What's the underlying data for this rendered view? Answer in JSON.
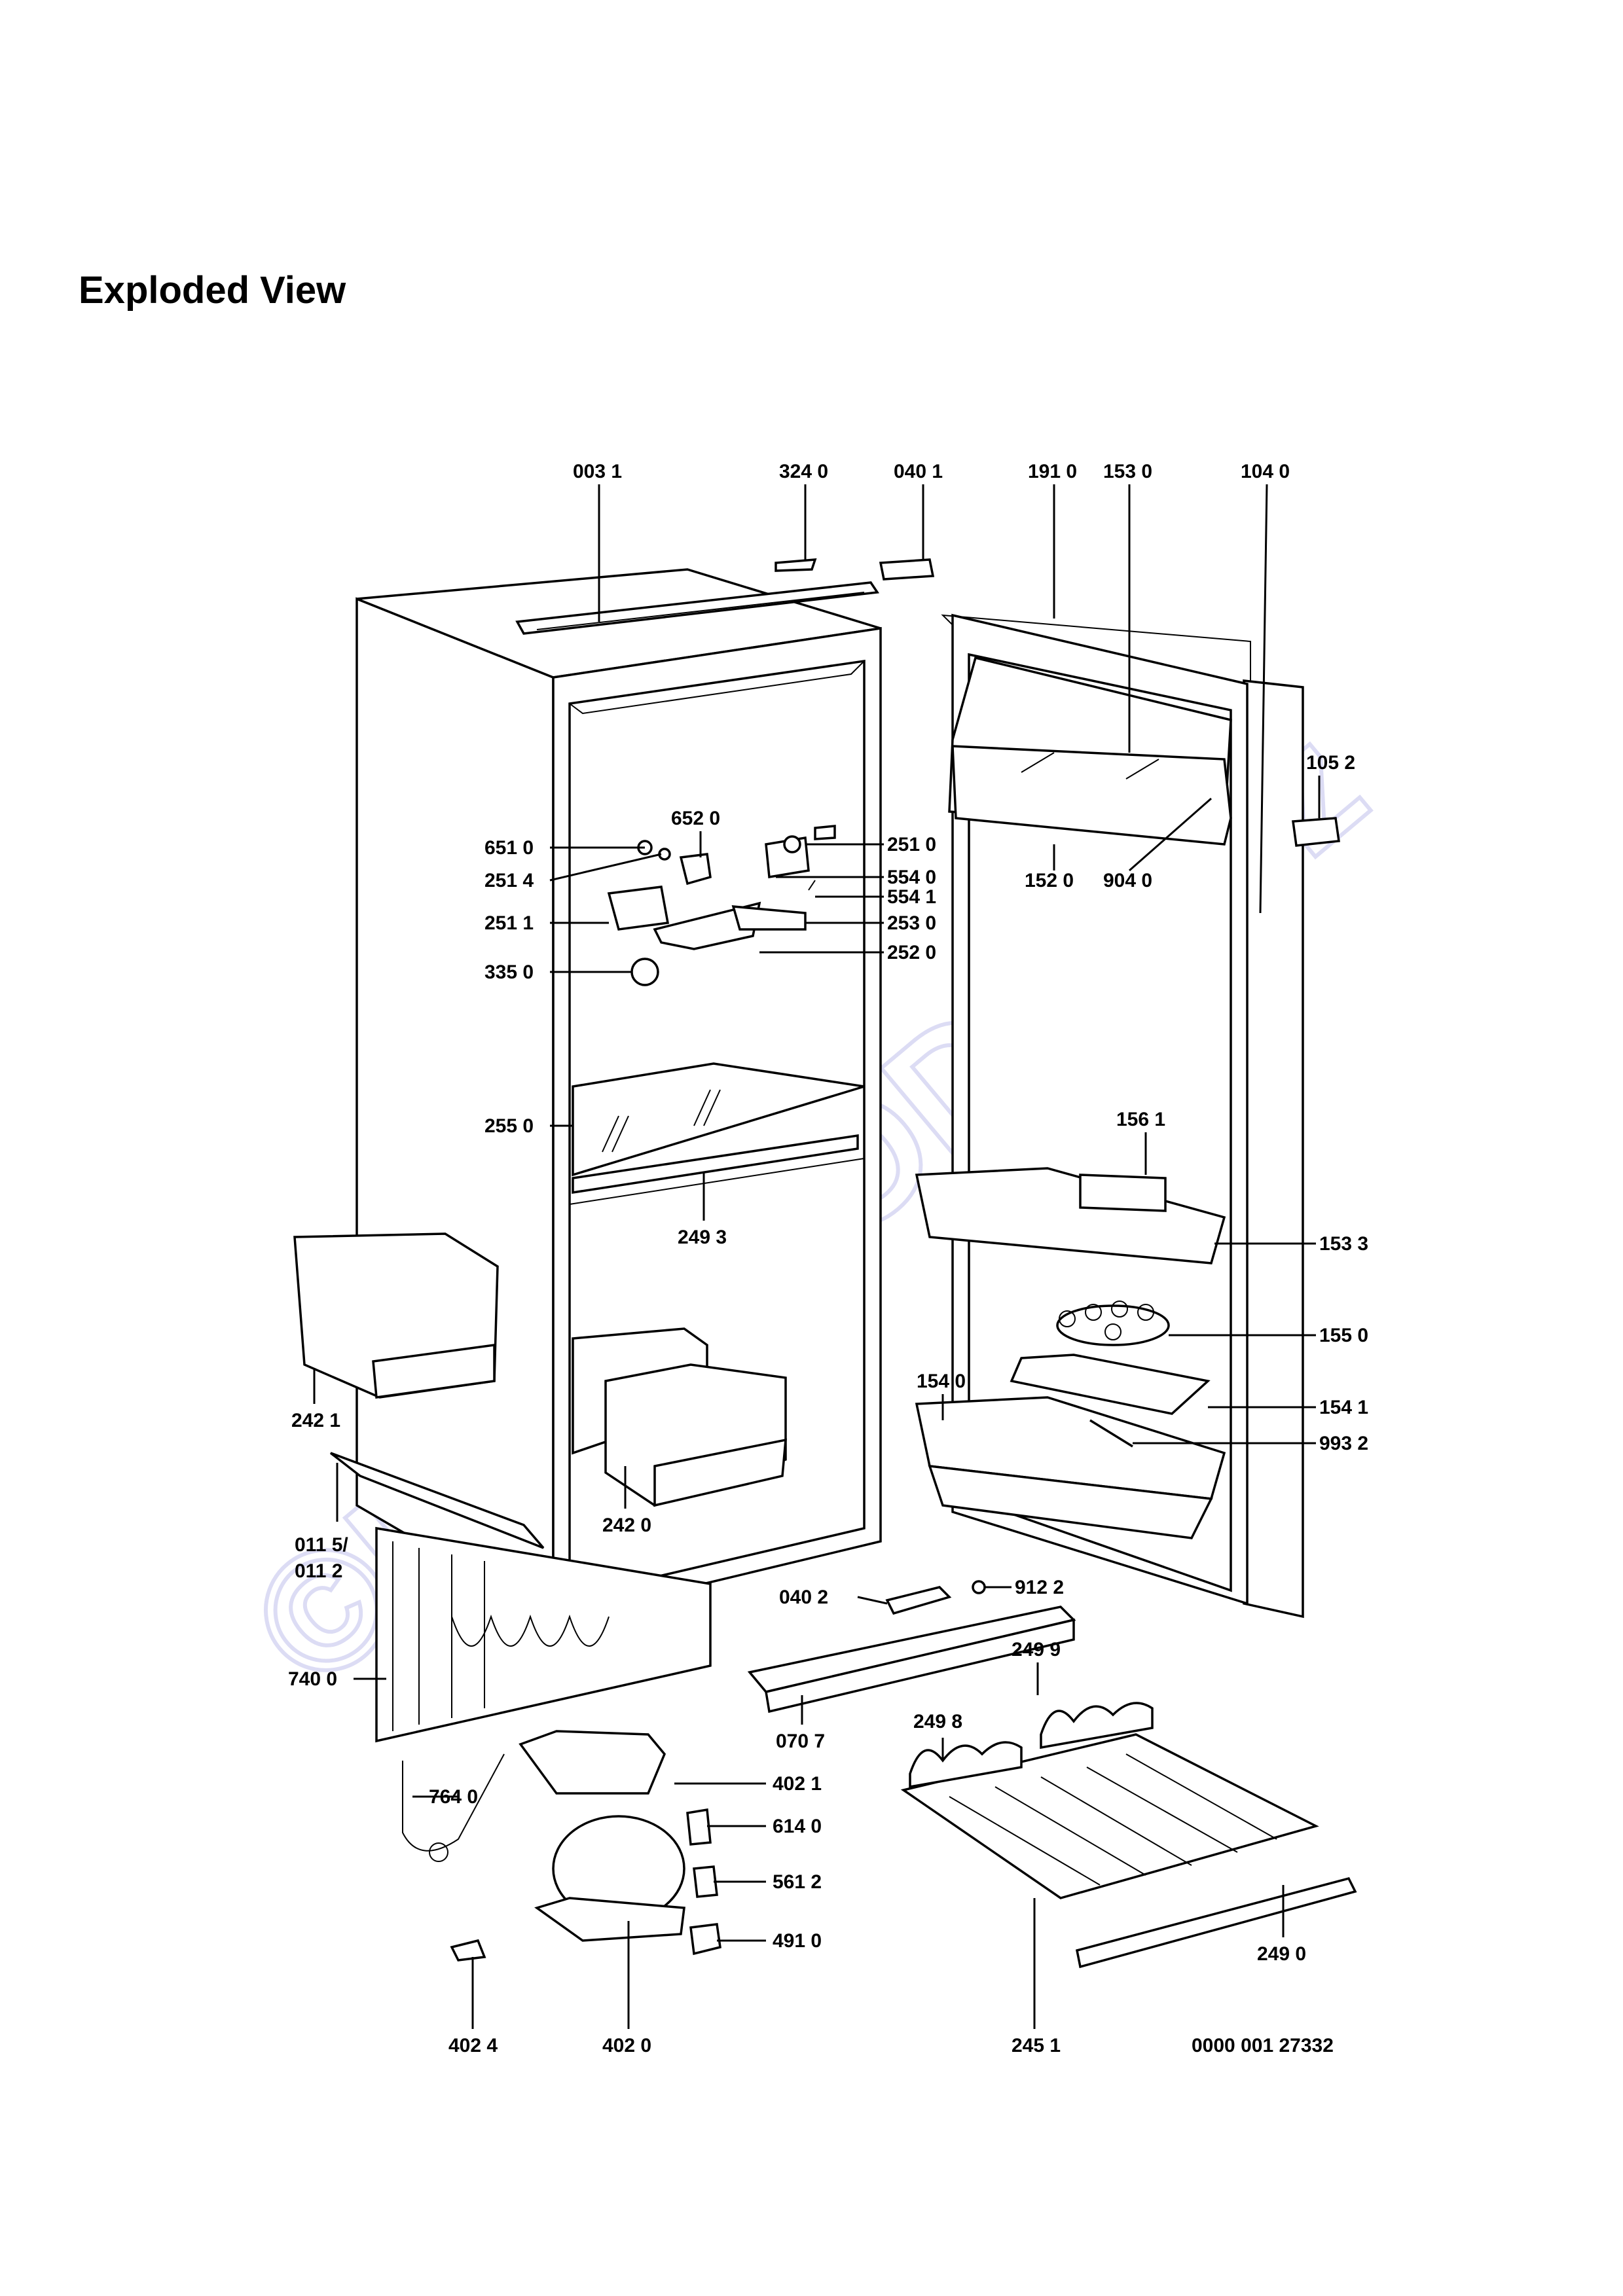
{
  "title": "Exploded View",
  "watermark": "©DIY-PRODEJ.cz",
  "drawing_number": "0000 001 27332",
  "labels": [
    "003 1",
    "324 0",
    "040 1",
    "191 0",
    "153 0",
    "104 0",
    "105 2",
    "652 0",
    "251 0",
    "651 0",
    "251 4",
    "554 0",
    "554 1",
    "251 1",
    "253 0",
    "252 0",
    "335 0",
    "152 0",
    "904 0",
    "255 0",
    "249 3",
    "156 1",
    "153 3",
    "155 0",
    "154 0",
    "154 1",
    "993 2",
    "242 1",
    "242 0",
    "011 5/",
    "011 2",
    "740 0",
    "040 2",
    "912 2",
    "070 7",
    "249 9",
    "249 8",
    "764 0",
    "402 1",
    "614 0",
    "561 2",
    "491 0",
    "249 0",
    "402 4",
    "402 0",
    "245 1"
  ]
}
